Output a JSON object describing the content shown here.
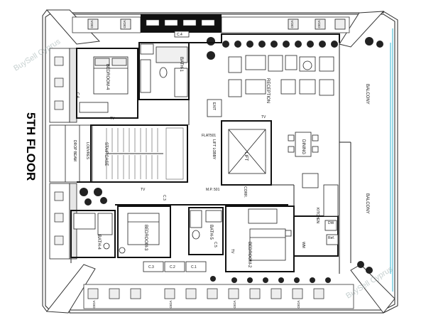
{
  "floor_label": "5TH FLOOR",
  "watermark_top": "BuySell Cyprus",
  "watermark_bottom": "BuySell Cyprus",
  "rooms": {
    "bedroom4": "BEDROOM-4",
    "bath1": "BATH-1",
    "reception": "RECEPTION",
    "exit": "EXIT",
    "flat": "FLAT501",
    "staircase": "STAIRCASE",
    "lift_lobby": "LIFT LOBBY",
    "lift": "LIFT",
    "dining": "DINING",
    "bedroom3": "BEDROOM-3",
    "bath4": "BATH-4",
    "bath5": "BATH-5",
    "bedroom2": "BEDROOM-2",
    "corridor": "CORR.",
    "kitchen": "KITCHEN",
    "balcony_top": "BALCONY",
    "balcony_bottom": "BALCONY",
    "louvres": "LOUVRES",
    "drop_beam": "DROP BEAM"
  },
  "labels": {
    "tv": "TV",
    "c4_top": "C.4",
    "c4_left": "C.4",
    "c5": "C.5",
    "c3_mid": "C.3",
    "c3": "C.3",
    "c2": "C.2",
    "c1": "C.1",
    "mp": "M.P. 501",
    "wm_machine": "WM",
    "dw": "DW",
    "ref": "Ref.",
    "void": "VOID"
  }
}
